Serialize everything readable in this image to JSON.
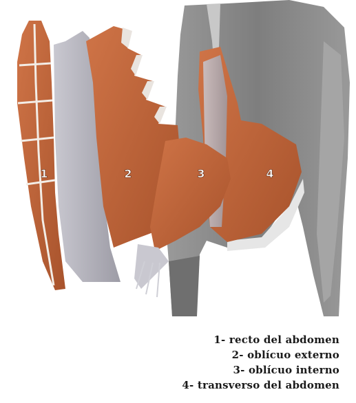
{
  "figure": {
    "labels": [
      "1",
      "2",
      "3",
      "4"
    ]
  },
  "legend": {
    "items": [
      "1- recto del abdomen",
      "2- oblícuo externo",
      "3- oblícuo interno",
      "4- transverso del abdomen"
    ]
  },
  "colors": {
    "muscle": "#c0643a",
    "muscle_dark": "#9a4a26",
    "tendon": "#d9d8de",
    "body_gray": "#8a8a8a",
    "background": "#ffffff"
  }
}
